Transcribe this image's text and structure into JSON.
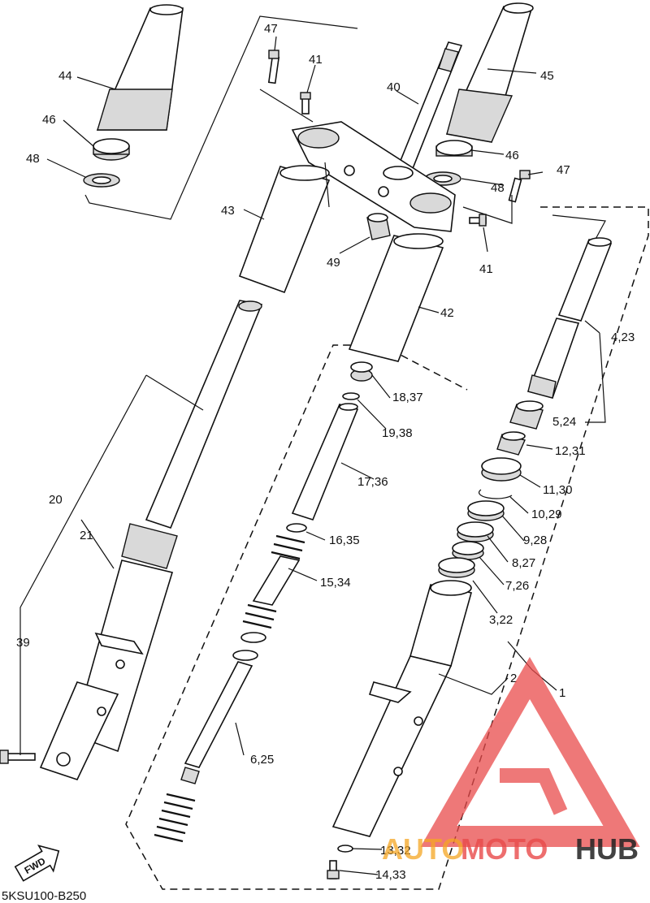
{
  "diagram_code": "5KSU100-B250",
  "fwd_label": "FWD",
  "watermark": {
    "part1": "AUTO",
    "part2": "MOTO",
    "part3": "HUB",
    "color_orange": "#f5a623",
    "color_red": "#e94b4b",
    "color_dark": "#222222"
  },
  "callouts": {
    "c1": "1",
    "c2": "2",
    "c3_22": "3,22",
    "c4_23": "4,23",
    "c5_24": "5,24",
    "c6_25": "6,25",
    "c7_26": "7,26",
    "c8_27": "8,27",
    "c9_28": "9,28",
    "c10_29": "10,29",
    "c11_30": "11,30",
    "c12_31": "12,31",
    "c13_32": "13,32",
    "c14_33": "14,33",
    "c15_34": "15,34",
    "c16_35": "16,35",
    "c17_36": "17,36",
    "c18_37": "18,37",
    "c19_38": "19,38",
    "c20": "20",
    "c21": "21",
    "c39": "39",
    "c40": "40",
    "c41a": "41",
    "c41b": "41",
    "c42": "42",
    "c43": "43",
    "c44": "44",
    "c45": "45",
    "c46a": "46",
    "c46b": "46",
    "c47a": "47",
    "c47b": "47",
    "c48a": "48",
    "c48b": "48",
    "c49": "49"
  }
}
